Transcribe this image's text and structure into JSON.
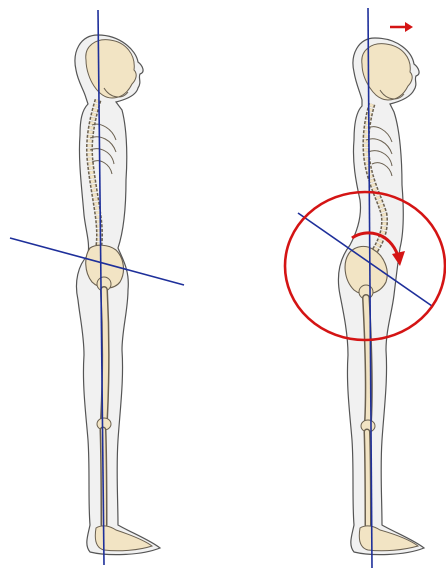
{
  "figures": [
    {
      "name": "neutral-posture-figure",
      "pelvis_tilt": "neutral"
    },
    {
      "name": "anterior-pelvic-tilt-figure",
      "pelvis_tilt": "anterior",
      "highlight": "pelvis-region"
    }
  ],
  "colors": {
    "background": "#ffffff",
    "body_fill": "#f1f1f1",
    "body_outline": "#555555",
    "bone_fill": "#f2e4c4",
    "bone_outline": "#6a6050",
    "reference_line": "#1e2f9a",
    "annotation": "#d41414"
  },
  "icons": [
    "right-arrow-icon",
    "curved-rotation-arrow-icon",
    "highlight-circle"
  ]
}
